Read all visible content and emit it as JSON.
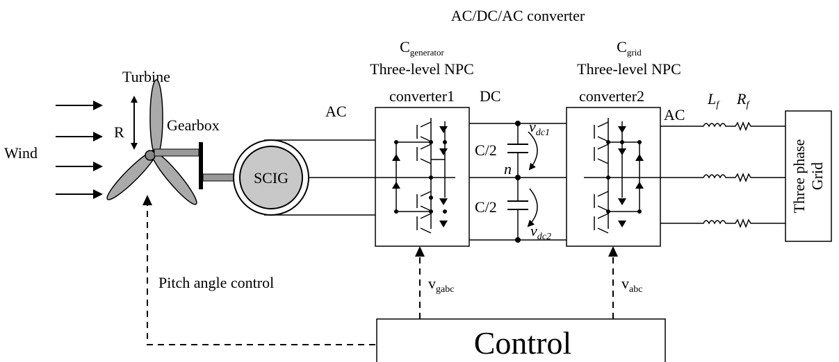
{
  "title": "AC/DC/AC converter",
  "wind_label": "Wind",
  "turbine": {
    "label": "Turbine",
    "radius_label": "R"
  },
  "gearbox_label": "Gearbox",
  "generator_label": "SCIG",
  "ac_left_label": "AC",
  "dc_label": "DC",
  "ac_right_label": "AC",
  "converter_gen": {
    "cap_main": "C",
    "cap_sub": "generator",
    "line1": "Three-level NPC",
    "line2": "converter1"
  },
  "converter_grid": {
    "cap_main": "C",
    "cap_sub": "grid",
    "line1": "Three-level NPC",
    "line2": "converter2"
  },
  "capacitors": {
    "upper": "C/2",
    "lower": "C/2",
    "neutral": "n"
  },
  "voltages": {
    "vdc1_main": "v",
    "vdc1_sub": "dc1",
    "vdc2_main": "v",
    "vdc2_sub": "dc2"
  },
  "filter": {
    "lf_main": "L",
    "lf_sub": "f",
    "rf_main": "R",
    "rf_sub": "f"
  },
  "grid_label": [
    "Three phase",
    "Grid"
  ],
  "pitch_label": "Pitch angle control",
  "vgabc": {
    "main": "v",
    "sub": "gabc"
  },
  "vabc": {
    "main": "v",
    "sub": "abc"
  },
  "control_label": "Control"
}
